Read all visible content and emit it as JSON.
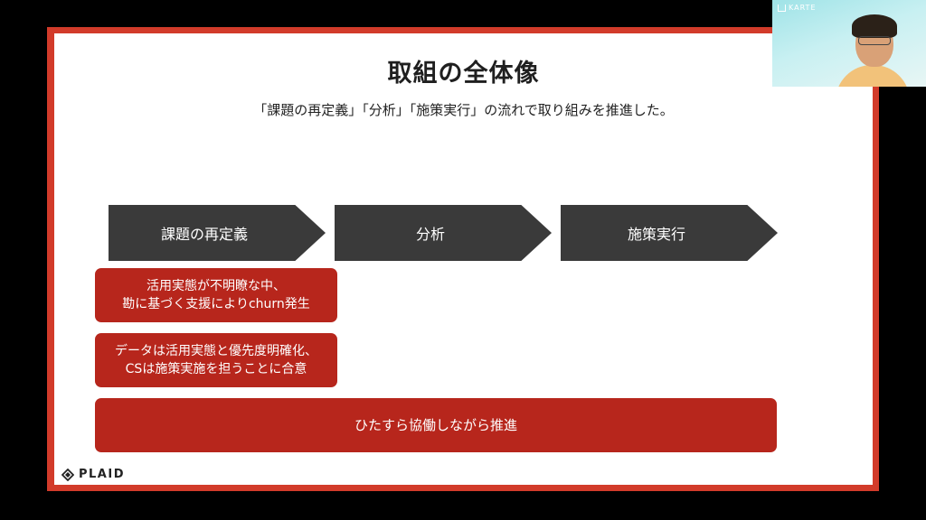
{
  "slide": {
    "title": "取組の全体像",
    "subtitle": "「課題の再定義」「分析」「施策実行」の流れで取り組みを推進した。",
    "steps": [
      "課題の再定義",
      "分析",
      "施策実行"
    ],
    "boxes": [
      {
        "line1": "活用実態が不明瞭な中、",
        "line2": "勘に基づく支援によりchurn発生"
      },
      {
        "line1": "データは活用実態と優先度明確化、",
        "line2": "CSは施策実施を担うことに合意"
      }
    ],
    "wide_box": "ひたすら協働しながら推進",
    "logo_text": "PLAID"
  },
  "camera": {
    "brand": "KARTE"
  },
  "colors": {
    "accent_red": "#b7261c",
    "frame_red": "#d23b2a",
    "arrow_gray": "#3a3a3a"
  }
}
